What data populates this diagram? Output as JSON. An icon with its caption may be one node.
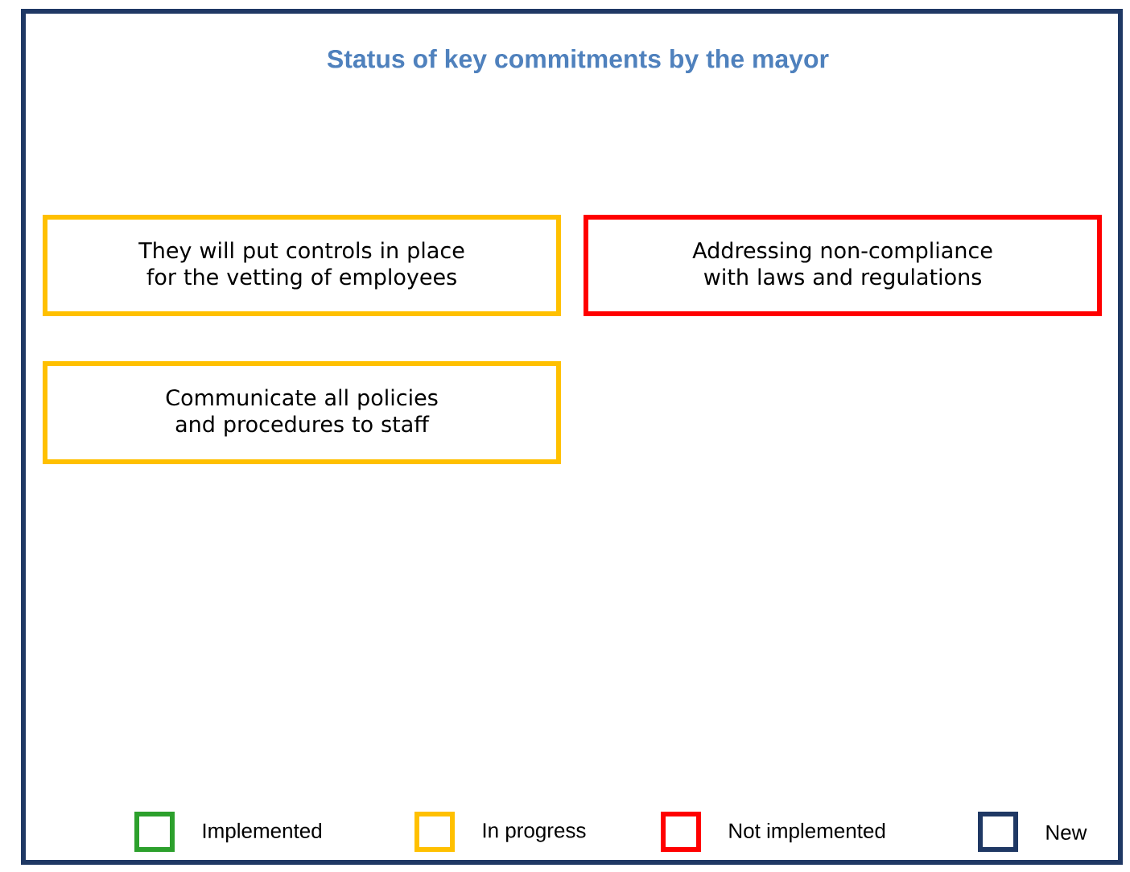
{
  "diagram": {
    "title": "Status of key commitments by the mayor",
    "nodes": [
      {
        "text": [
          "They will put controls in place for the vetting of employees"
        ]
      },
      {
        "text": [
          "Addressing non-compliance with laws and regulations"
        ]
      },
      {
        "text": [
          "Communicate all policies and procedures to staff"
        ]
      }
    ],
    "legend": [
      {
        "text": "Implemented",
        "color": "#2ca02c"
      },
      {
        "text": "In progress",
        "color": "#ffc000"
      },
      {
        "text": "Not implemented",
        "color": "#ff0000"
      },
      {
        "text": "New",
        "color": "#1f3864"
      }
    ]
  }
}
